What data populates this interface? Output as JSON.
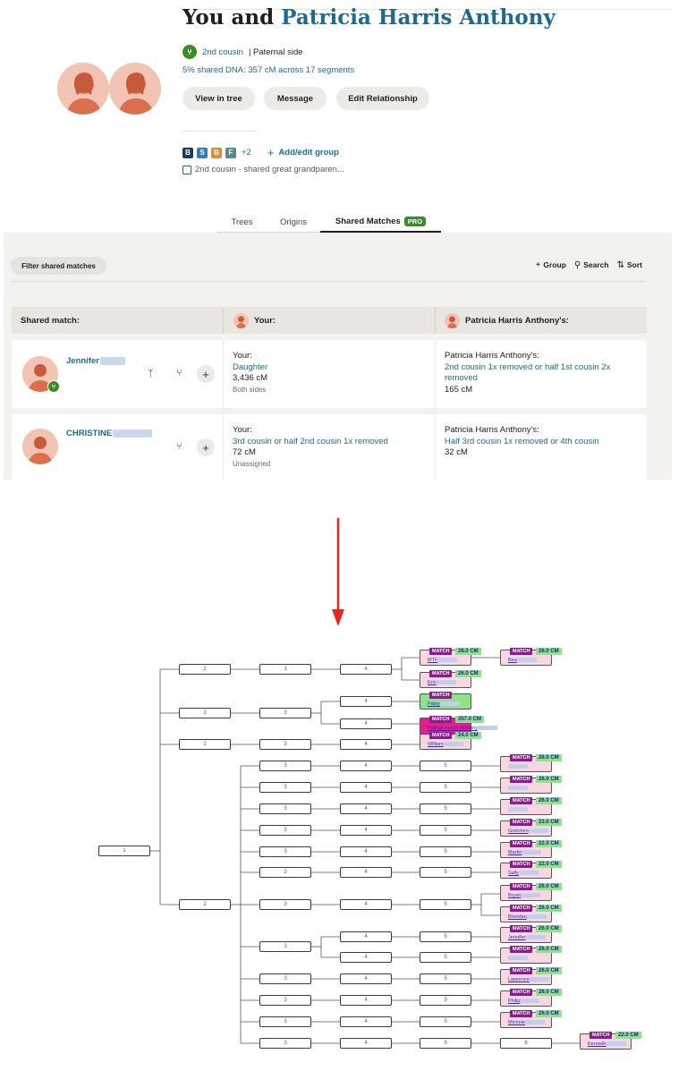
{
  "profile": {
    "title_prefix": "You and",
    "title_name": "Patricia Harris Anthony",
    "relationship": "2nd cousin",
    "side": "| Paternal side",
    "dna": "5% shared DNA: 357 cM across 17 segments",
    "buttons": {
      "view_tree": "View in tree",
      "message": "Message",
      "edit": "Edit Relationship"
    },
    "groups": [
      {
        "letter": "B",
        "color": "#1f3b5a"
      },
      {
        "letter": "S",
        "color": "#2e7fc1"
      },
      {
        "letter": "B",
        "color": "#e08a3a"
      },
      {
        "letter": "F",
        "color": "#5a8a8a"
      }
    ],
    "groups_more": "+2",
    "add_group": "Add/edit group",
    "note": "2nd cousin - shared great grandparen..."
  },
  "tabs": {
    "trees": "Trees",
    "origins": "Origins",
    "shared": "Shared Matches",
    "pro": "PRO"
  },
  "panel": {
    "filter": "Filter shared matches",
    "tools": {
      "group": "Group",
      "search": "Search",
      "sort": "Sort"
    },
    "headers": {
      "shared": "Shared match:",
      "your": "Your:",
      "theirs": "Patricia Harris Anthony's:"
    },
    "rows": [
      {
        "name": "Jennifer",
        "your_label": "Your:",
        "your_rel": "Daughter",
        "your_cm": "3,436 cM",
        "your_sub": "Both sides",
        "their_label": "Patricia Harris Anthony's:",
        "their_rel_1": "2nd cousin 1x removed or half 1st cousin 2x",
        "their_rel_2": "removed",
        "their_cm": "165 cM"
      },
      {
        "name": "CHRISTINE",
        "your_label": "Your:",
        "your_rel": "3rd cousin or half 2nd cousin 1x removed",
        "your_cm": "72 cM",
        "your_sub": "Unassigned",
        "their_label": "Patricia Harris Anthony's:",
        "their_rel_1": "Half 3rd cousin 1x removed or 4th cousin",
        "their_rel_2": "",
        "their_cm": "32 cM"
      }
    ]
  },
  "tree": {
    "generation_labels": [
      "1",
      "2",
      "3",
      "4",
      "5",
      "6"
    ],
    "match_tag": "MATCH",
    "matches": [
      {
        "label": "MTF",
        "cm": "28.0 CM"
      },
      {
        "label": "Bea",
        "cm": "26.0 CM"
      },
      {
        "label": "Erin",
        "cm": "26.0 CM"
      },
      {
        "label": "Patsy",
        "cm": ""
      },
      {
        "label": "Patricia Harris Anthony",
        "cm": "357.0 CM"
      },
      {
        "label": "William",
        "cm": "24.0 CM"
      },
      {
        "label": "",
        "cm": "26.0 CM"
      },
      {
        "label": "",
        "cm": "26.0 CM"
      },
      {
        "label": "",
        "cm": "26.0 CM"
      },
      {
        "label": "Gretchen",
        "cm": "23.0 CM"
      },
      {
        "label": "Martin",
        "cm": "22.0 CM"
      },
      {
        "label": "Sally",
        "cm": "22.0 CM"
      },
      {
        "label": "Bryan",
        "cm": "26.0 CM"
      },
      {
        "label": "Brendan",
        "cm": "26.0 CM"
      },
      {
        "label": "Jennifer",
        "cm": "26.0 CM"
      },
      {
        "label": "",
        "cm": "26.0 CM"
      },
      {
        "label": "Lawrence",
        "cm": "26.0 CM"
      },
      {
        "label": "Philip",
        "cm": "26.0 CM"
      },
      {
        "label": "Michele",
        "cm": "26.0 CM"
      },
      {
        "label": "Kenneth",
        "cm": "22.0 CM"
      }
    ]
  }
}
